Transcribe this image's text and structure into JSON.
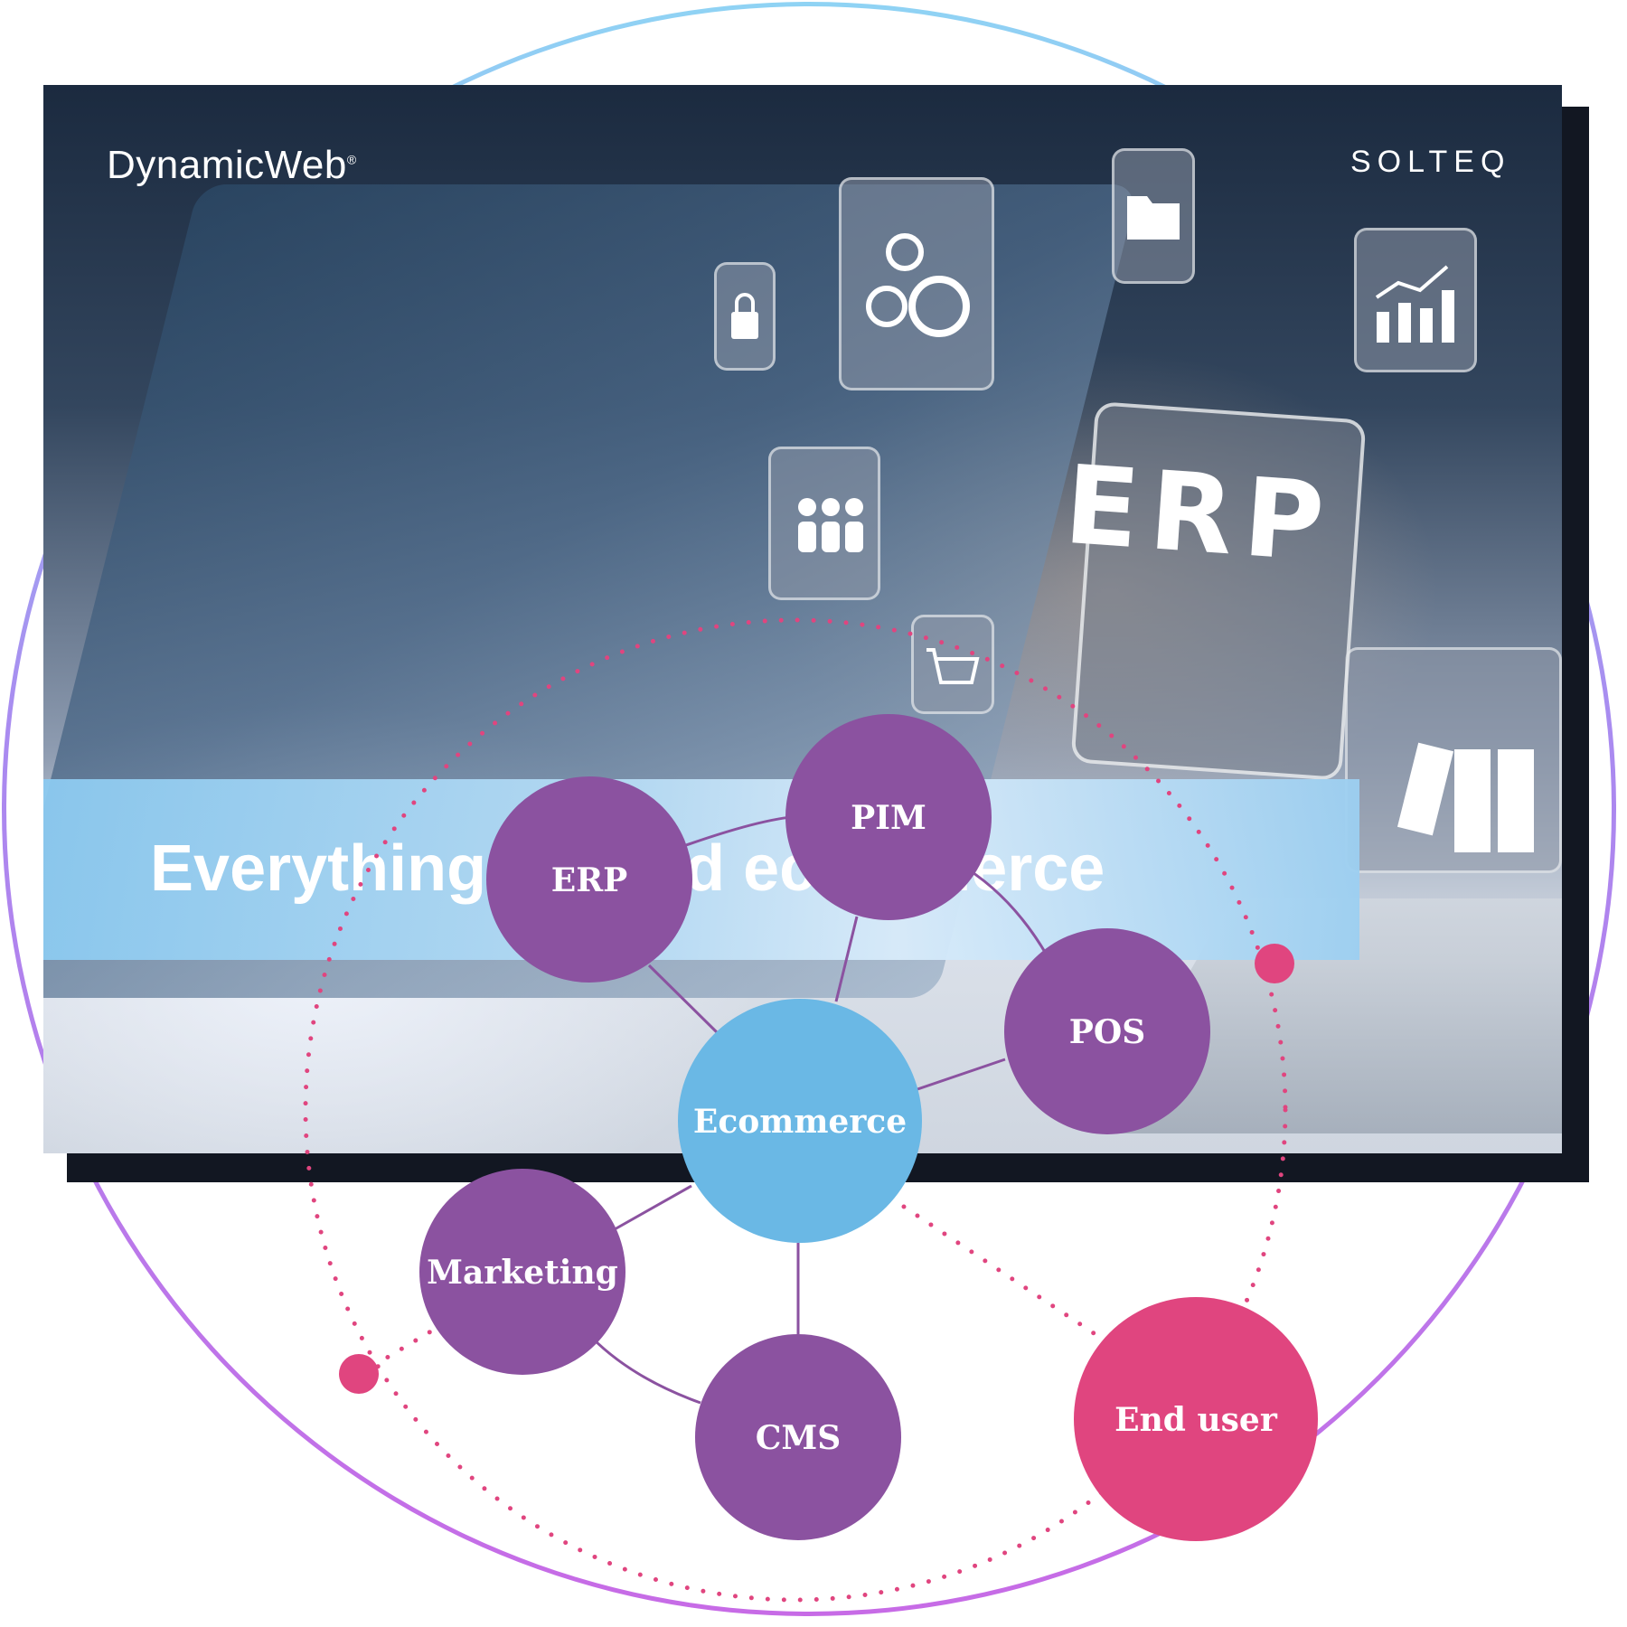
{
  "cover": {
    "brand_left": "DynamicWeb",
    "brand_left_mark": "®",
    "brand_right": "SOLTEQ",
    "tile_text": "ERP",
    "banner_title": "Everything around ecommerce"
  },
  "icons": [
    "lock-icon",
    "gears-icon",
    "folder-icon",
    "bar-chart-icon",
    "users-icon",
    "cart-icon",
    "documents-icon"
  ],
  "colors": {
    "node_purple": "#8b52a0",
    "center_blue": "#6ab8e5",
    "end_user_pink": "#e0457f",
    "dotted_pink": "#e0457f",
    "connector": "#8b52a0"
  },
  "diagram": {
    "center": "Ecommerce",
    "nodes": [
      "ERP",
      "PIM",
      "POS",
      "Marketing",
      "CMS"
    ],
    "end_user": "End user"
  }
}
